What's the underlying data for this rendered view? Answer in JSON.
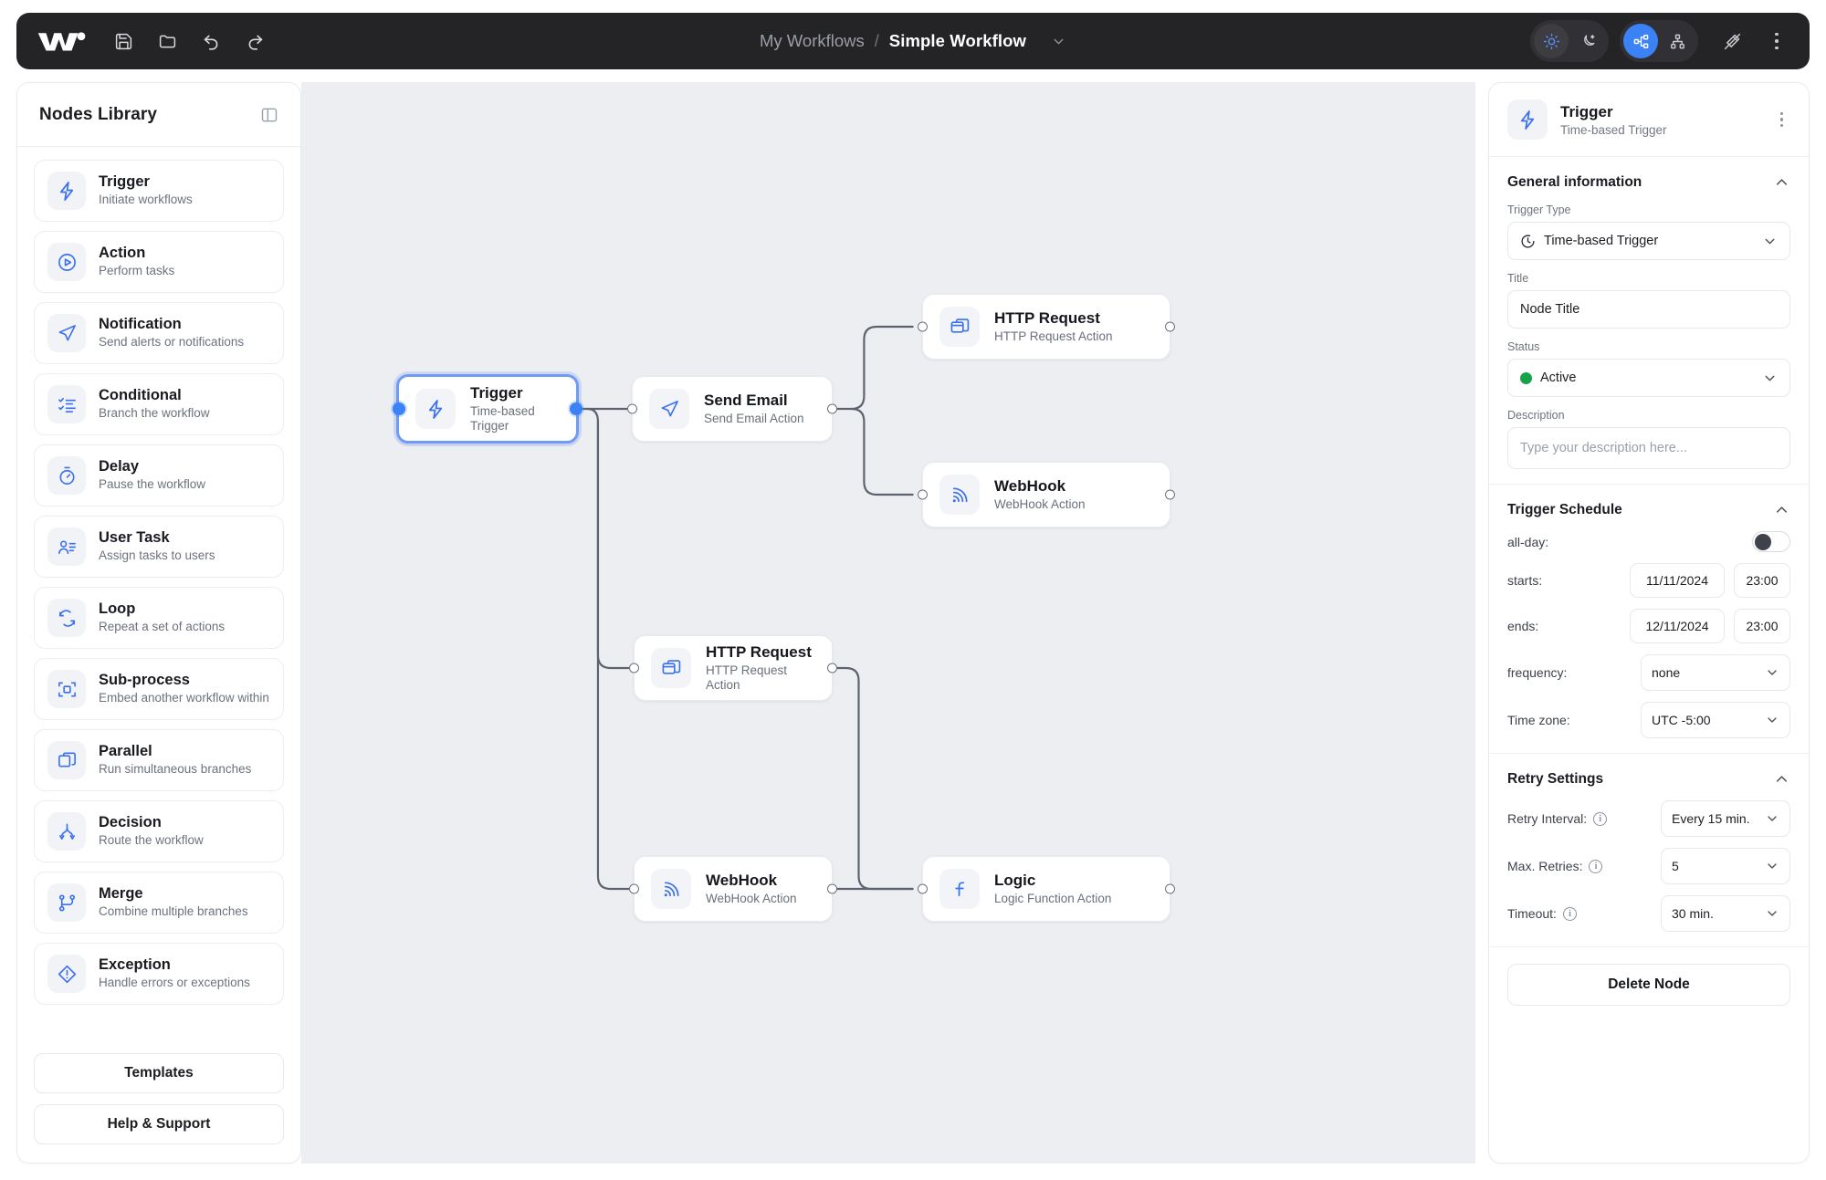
{
  "topbar": {
    "logo_name": "workflow-logo",
    "tools": [
      {
        "name": "save-icon",
        "label": "Save"
      },
      {
        "name": "open-folder-icon",
        "label": "Open"
      },
      {
        "name": "undo-icon",
        "label": "Undo"
      },
      {
        "name": "redo-icon",
        "label": "Redo"
      }
    ],
    "breadcrumb": {
      "parent": "My Workflows",
      "separator": "/",
      "current": "Simple Workflow"
    },
    "theme_toggle": {
      "light": "sun-icon",
      "dark": "moon-icon",
      "active": "light"
    },
    "layout_toggle": {
      "horizontal": "layout-horizontal-icon",
      "vertical": "layout-vertical-icon",
      "active": "horizontal"
    },
    "extra": {
      "magic": "magic-wand-off-icon",
      "more": "more-vertical-icon"
    },
    "accent_color": "#3b82f6",
    "bar_color": "#242427"
  },
  "sidebar": {
    "title": "Nodes Library",
    "collapse_icon": "panel-collapse-icon",
    "items": [
      {
        "icon": "lightning-icon",
        "title": "Trigger",
        "subtitle": "Initiate workflows"
      },
      {
        "icon": "play-circle-icon",
        "title": "Action",
        "subtitle": "Perform tasks"
      },
      {
        "icon": "send-icon",
        "title": "Notification",
        "subtitle": "Send alerts or notifications"
      },
      {
        "icon": "checklist-icon",
        "title": "Conditional",
        "subtitle": "Branch the workflow"
      },
      {
        "icon": "stopwatch-icon",
        "title": "Delay",
        "subtitle": "Pause the workflow"
      },
      {
        "icon": "user-task-icon",
        "title": "User Task",
        "subtitle": "Assign tasks to users"
      },
      {
        "icon": "loop-icon",
        "title": "Loop",
        "subtitle": "Repeat a set of actions"
      },
      {
        "icon": "subprocess-icon",
        "title": "Sub-process",
        "subtitle": "Embed another workflow within"
      },
      {
        "icon": "parallel-icon",
        "title": "Parallel",
        "subtitle": "Run simultaneous branches"
      },
      {
        "icon": "decision-icon",
        "title": "Decision",
        "subtitle": "Route the workflow"
      },
      {
        "icon": "merge-icon",
        "title": "Merge",
        "subtitle": "Combine multiple branches"
      },
      {
        "icon": "exception-icon",
        "title": "Exception",
        "subtitle": "Handle errors or exceptions"
      }
    ],
    "templates_label": "Templates",
    "help_label": "Help & Support"
  },
  "canvas": {
    "background": "#eceef2",
    "edge_color": "#5d636e",
    "nodes": [
      {
        "id": "trigger",
        "icon": "lightning-icon",
        "title": "Trigger",
        "subtitle": "Time-based Trigger",
        "selected": true
      },
      {
        "id": "email",
        "icon": "send-icon",
        "title": "Send Email",
        "subtitle": "Send Email Action",
        "selected": false
      },
      {
        "id": "http1",
        "icon": "window-stack-icon",
        "title": "HTTP Request",
        "subtitle": "HTTP Request Action",
        "selected": false
      },
      {
        "id": "hook1",
        "icon": "webhook-icon",
        "title": "WebHook",
        "subtitle": "WebHook Action",
        "selected": false
      },
      {
        "id": "http2",
        "icon": "window-stack-icon",
        "title": "HTTP Request",
        "subtitle": "HTTP Request Action",
        "selected": false
      },
      {
        "id": "hook2",
        "icon": "webhook-icon",
        "title": "WebHook",
        "subtitle": "WebHook Action",
        "selected": false
      },
      {
        "id": "logic",
        "icon": "function-icon",
        "title": "Logic",
        "subtitle": "Logic Function Action",
        "selected": false
      }
    ]
  },
  "properties": {
    "header": {
      "icon": "lightning-icon",
      "title": "Trigger",
      "subtitle": "Time-based Trigger",
      "menu_icon": "more-vertical-icon"
    },
    "general": {
      "section_title": "General information",
      "trigger_type_label": "Trigger Type",
      "trigger_type_value": "Time-based Trigger",
      "trigger_type_icon": "clock-icon",
      "title_label": "Title",
      "title_value": "Node Title",
      "status_label": "Status",
      "status_value": "Active",
      "status_color": "#16a34a",
      "description_label": "Description",
      "description_placeholder": "Type your description here..."
    },
    "schedule": {
      "section_title": "Trigger Schedule",
      "allday_label": "all-day:",
      "allday_on": false,
      "starts_label": "starts:",
      "starts_date": "11/11/2024",
      "starts_time": "23:00",
      "ends_label": "ends:",
      "ends_date": "12/11/2024",
      "ends_time": "23:00",
      "frequency_label": "frequency:",
      "frequency_value": "none",
      "timezone_label": "Time zone:",
      "timezone_value": "UTC -5:00"
    },
    "retry": {
      "section_title": "Retry Settings",
      "interval_label": "Retry Interval:",
      "interval_value": "Every 15 min.",
      "max_label": "Max. Retries:",
      "max_value": "5",
      "timeout_label": "Timeout:",
      "timeout_value": "30 min."
    },
    "delete_label": "Delete Node"
  }
}
